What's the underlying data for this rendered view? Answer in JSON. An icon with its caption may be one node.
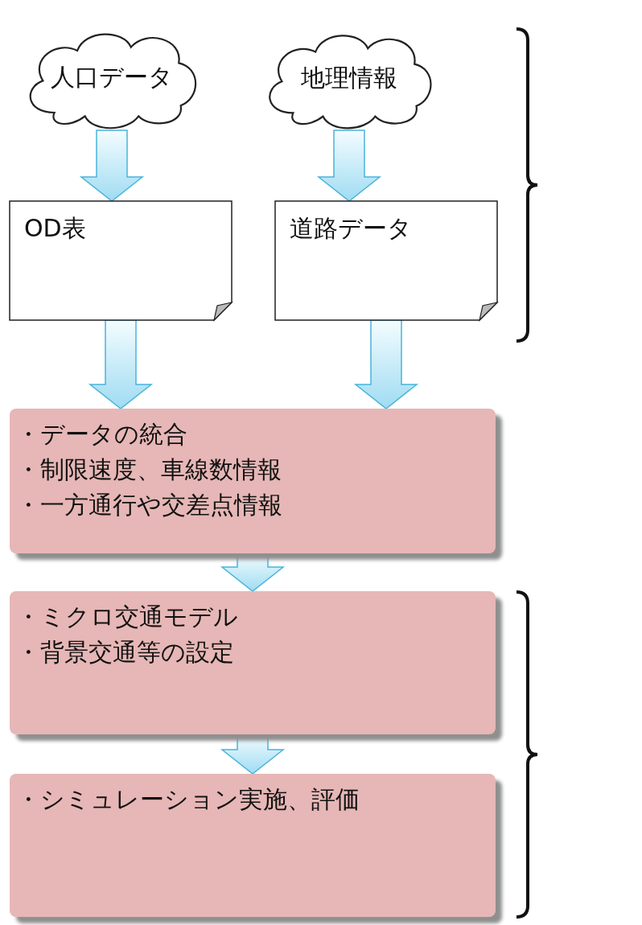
{
  "diagram": {
    "nodes": [
      {
        "text": [
          "人口データ"
        ]
      },
      {
        "text": [
          "地理情報"
        ]
      },
      {
        "text": [
          "OD表"
        ]
      },
      {
        "text": [
          "道路データ"
        ]
      },
      {
        "text": [
          "・データの統合",
          "・制限速度、車線数情報",
          "・一方通行や交差点情報"
        ]
      },
      {
        "text": [
          "・ミクロ交通モデル",
          "・背景交通等の設定"
        ]
      },
      {
        "text": [
          "・シミュレーション実施、評価"
        ]
      }
    ],
    "edges": [
      {
        "from": 0,
        "to": 2,
        "arrow": "to"
      },
      {
        "from": 1,
        "to": 3,
        "arrow": "to"
      },
      {
        "from": 2,
        "to": 4,
        "arrow": "to"
      },
      {
        "from": 3,
        "to": 4,
        "arrow": "to"
      },
      {
        "from": 4,
        "to": 5,
        "arrow": "to"
      },
      {
        "from": 5,
        "to": 6,
        "arrow": "to"
      }
    ]
  }
}
